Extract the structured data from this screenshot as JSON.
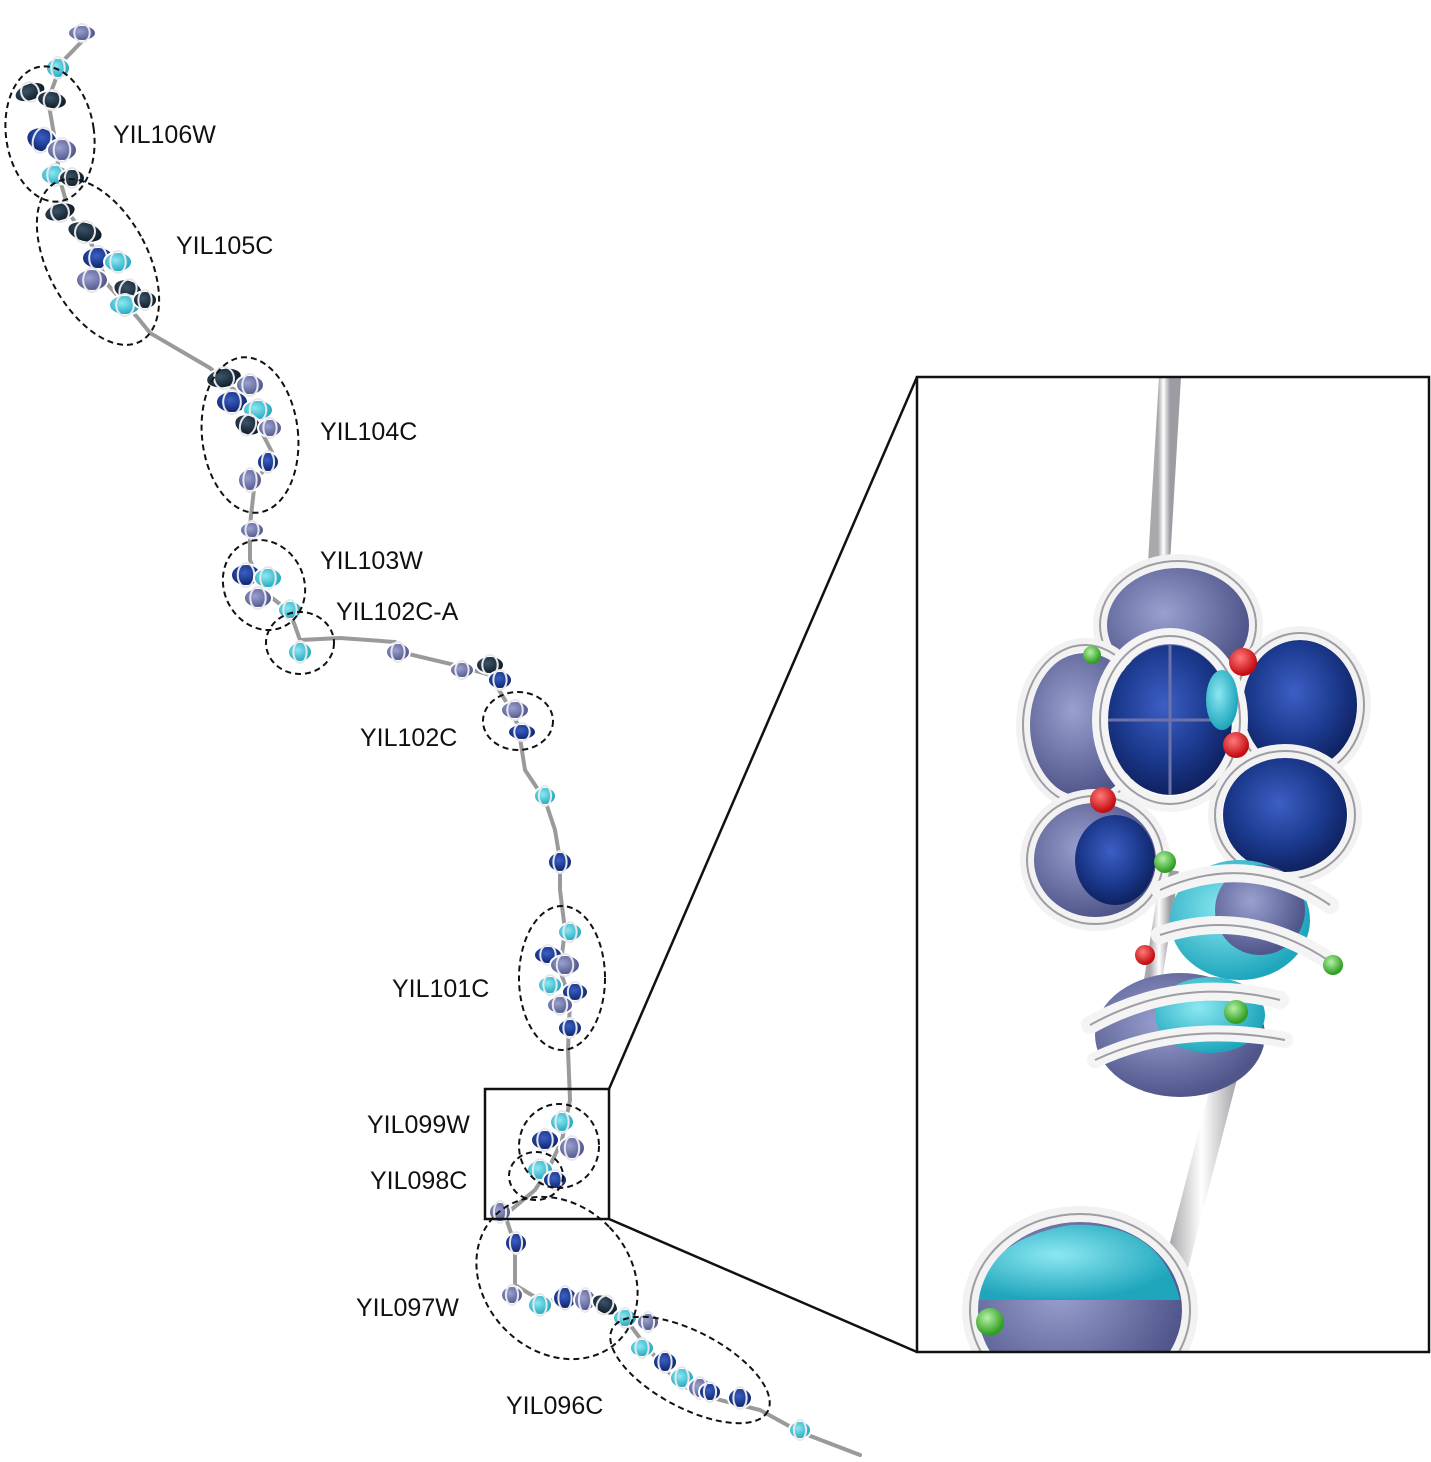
{
  "figure": {
    "regions": [
      {
        "id": "yil106w",
        "label": "YIL106W"
      },
      {
        "id": "yil105c",
        "label": "YIL105C"
      },
      {
        "id": "yil104c",
        "label": "YIL104C"
      },
      {
        "id": "yil103w",
        "label": "YIL103W"
      },
      {
        "id": "yil102c-a",
        "label": "YIL102C-A"
      },
      {
        "id": "yil102c",
        "label": "YIL102C"
      },
      {
        "id": "yil101c",
        "label": "YIL101C"
      },
      {
        "id": "yil099w",
        "label": "YIL099W"
      },
      {
        "id": "yil098c",
        "label": "YIL098C"
      },
      {
        "id": "yil097w",
        "label": "YIL097W"
      },
      {
        "id": "yil096c",
        "label": "YIL096C"
      }
    ],
    "colors": {
      "fiber": "#9a9a9a",
      "histone_dark": "#1c3a8f",
      "histone_slate": "#6c72a8",
      "histone_cyan": "#35c3d6",
      "histone_black": "#142433",
      "dna_wrap": "#e8e8ec",
      "marker_red": "#e8141c",
      "marker_green": "#4ec83a",
      "frame": "#111111"
    },
    "inset": {
      "description_visible": false
    }
  }
}
